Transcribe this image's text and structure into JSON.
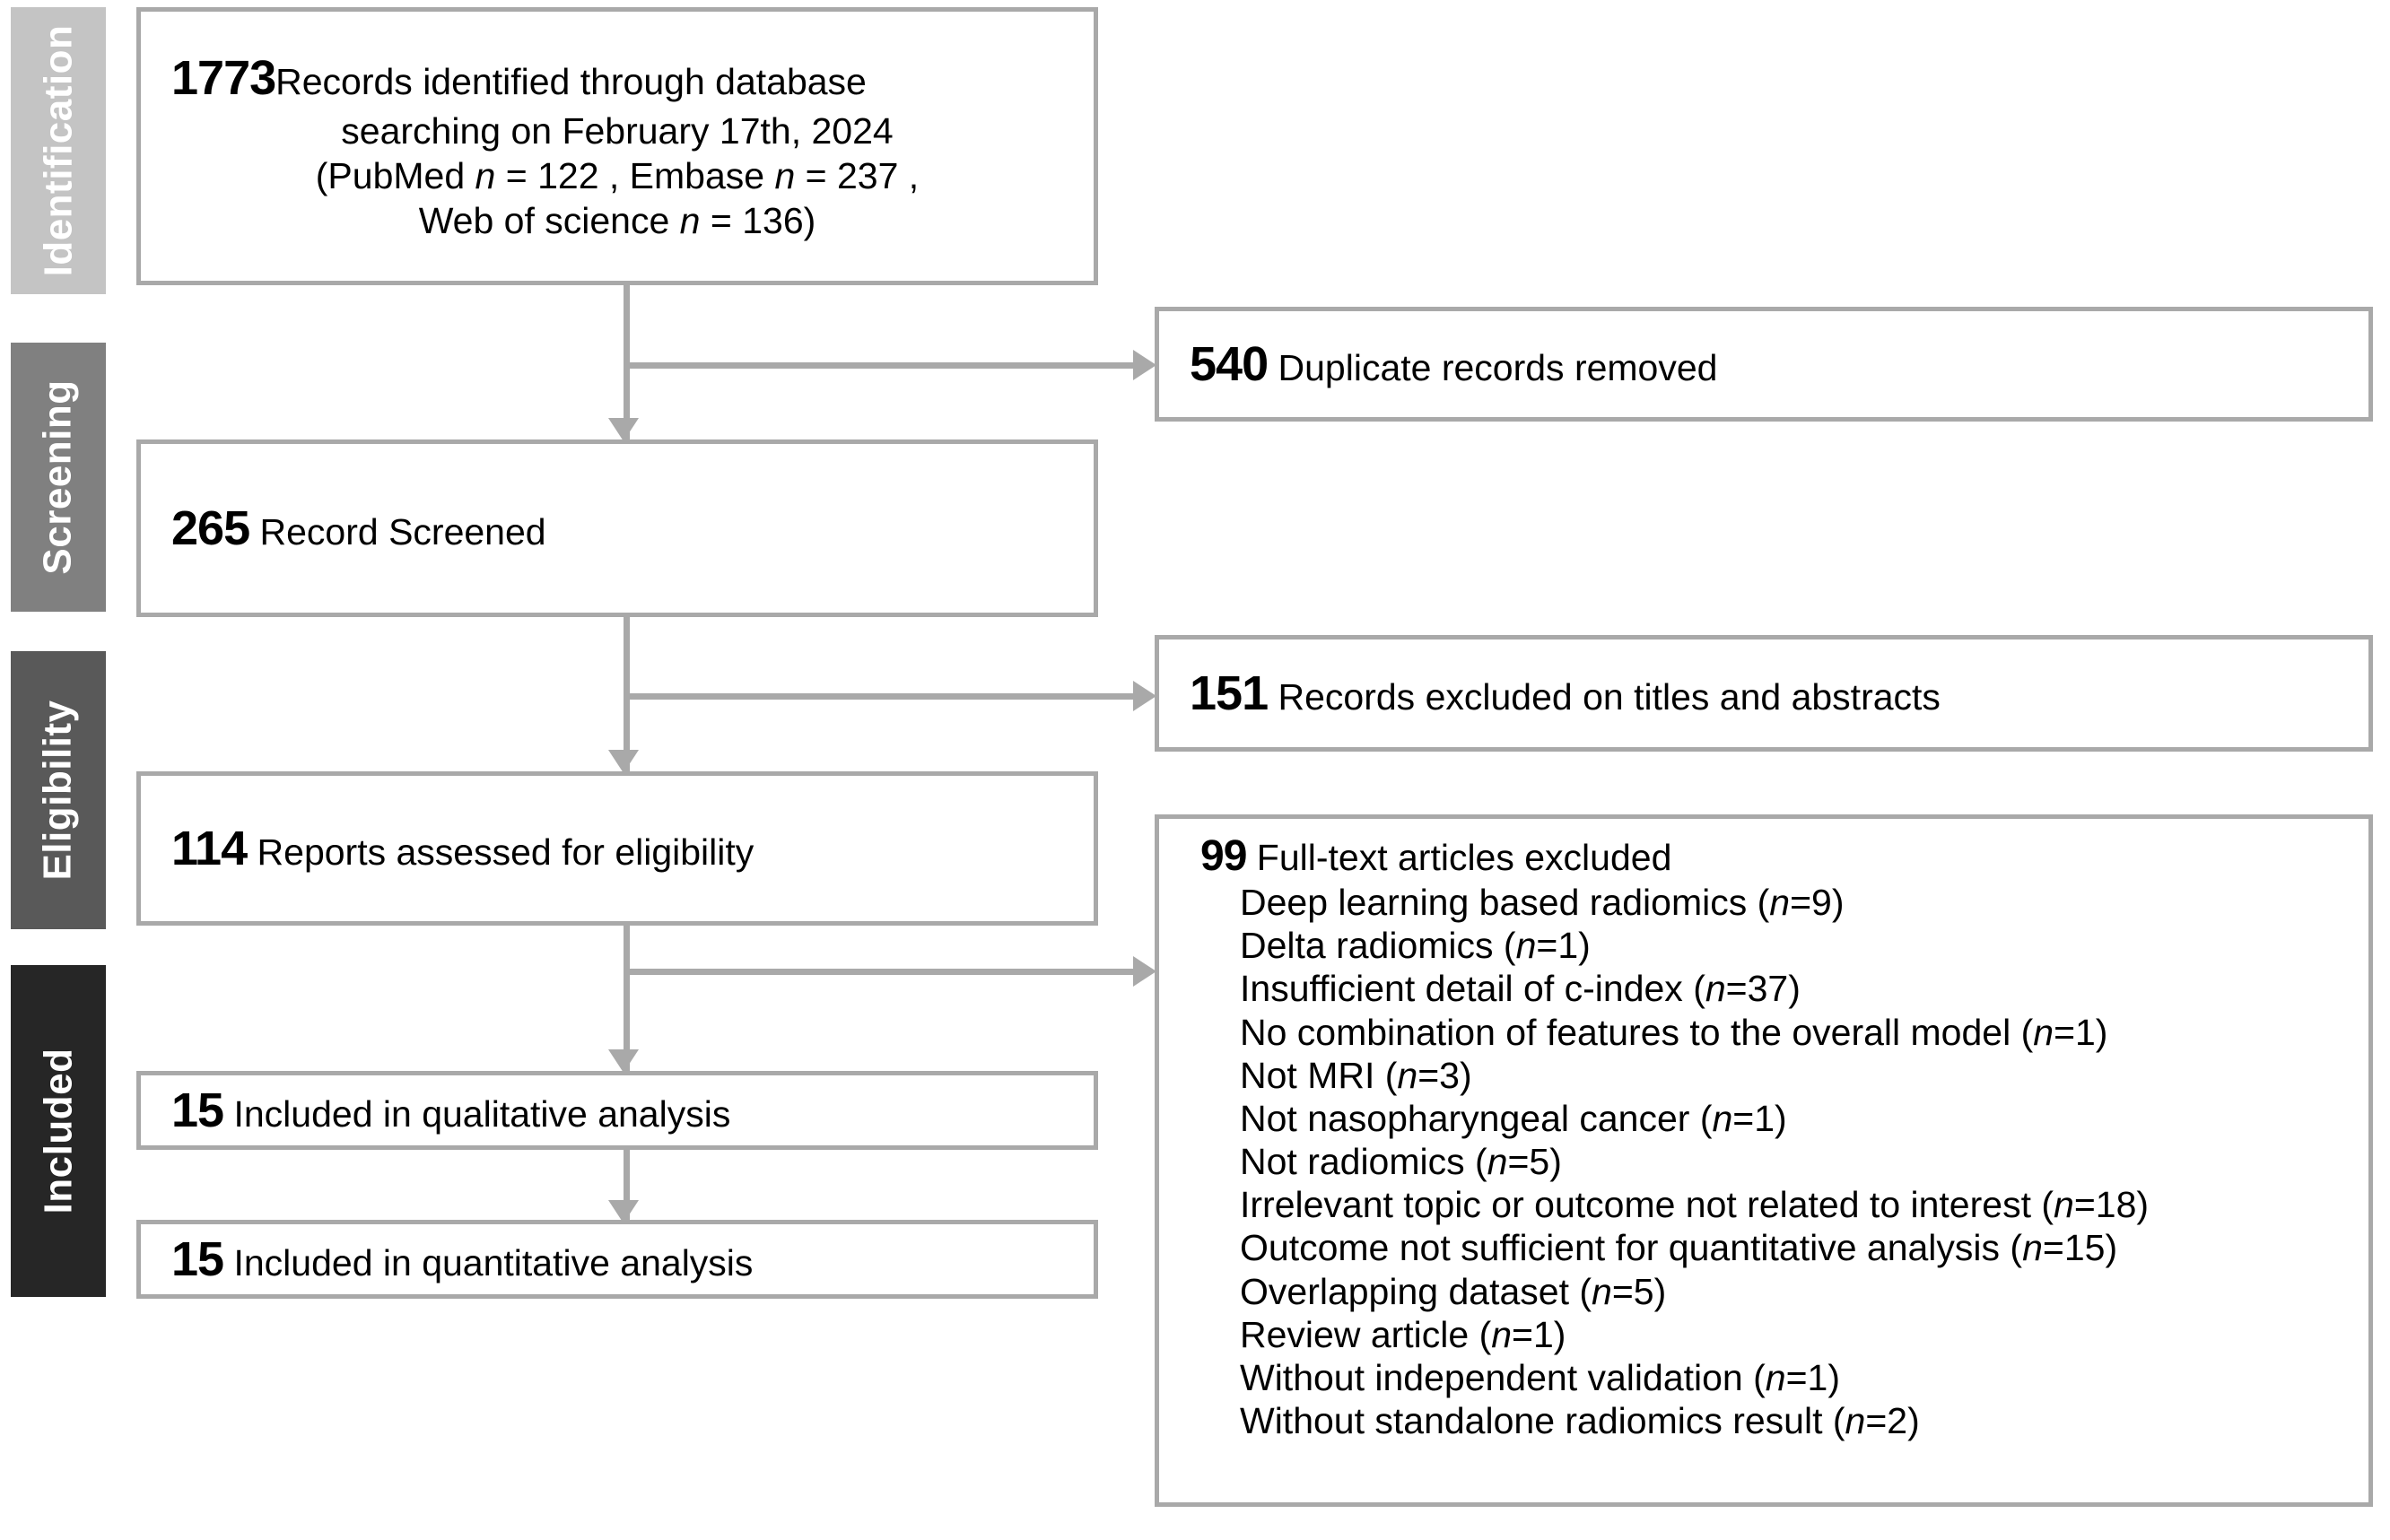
{
  "diagram": {
    "type": "prisma-flow-diagram",
    "stages": [
      {
        "id": "identification",
        "label": "Identification",
        "color": "#c4c4c4"
      },
      {
        "id": "screening",
        "label": "Screening",
        "color": "#808080"
      },
      {
        "id": "eligibility",
        "label": "Eligibility",
        "color": "#595959"
      },
      {
        "id": "included",
        "label": "Included",
        "color": "#262626"
      }
    ],
    "boxes": {
      "identified": {
        "count": "1773",
        "line1": "Records identified through database",
        "line2": "searching on February 17th, 2024",
        "line3_a": "(PubMed ",
        "line3_n": "n",
        "line3_b": " = 122 , Embase ",
        "line3_n2": "n",
        "line3_c": " = 237 ,",
        "line4_a": " Web of science ",
        "line4_n": "n",
        "line4_b": " = 136)"
      },
      "duplicates": {
        "count": "540",
        "label": "Duplicate records removed"
      },
      "screened": {
        "count": "265",
        "label": "Record  Screened"
      },
      "excluded_titles": {
        "count": "151",
        "label": "Records excluded on titles and abstracts"
      },
      "assessed": {
        "count": "114",
        "label": "Reports assessed for eligibility"
      },
      "fulltext_excluded": {
        "count": "99",
        "label": "Full-text articles excluded",
        "reasons": [
          {
            "text": "Deep learning based radiomics (",
            "n": "n",
            "eq": "=9)"
          },
          {
            "text": "Delta radiomics (",
            "n": "n",
            "eq": "=1)"
          },
          {
            "text": "Insufficient detail of c-index (",
            "n": "n",
            "eq": "=37)"
          },
          {
            "text": "No combination of features to the overall model (",
            "n": "n",
            "eq": "=1)"
          },
          {
            "text": "Not MRI (",
            "n": "n",
            "eq": "=3)"
          },
          {
            "text": "Not nasopharyngeal cancer (",
            "n": "n",
            "eq": "=1)"
          },
          {
            "text": "Not radiomics (",
            "n": "n",
            "eq": "=5)"
          },
          {
            "text": "Irrelevant topic or outcome not related to interest (",
            "n": "n",
            "eq": "=18)"
          },
          {
            "text": "Outcome not sufficient for quantitative analysis (",
            "n": "n",
            "eq": "=15)"
          },
          {
            "text": "Overlapping dataset (",
            "n": "n",
            "eq": "=5)"
          },
          {
            "text": "Review article (",
            "n": "n",
            "eq": "=1)"
          },
          {
            "text": "Without independent validation (",
            "n": "n",
            "eq": "=1)"
          },
          {
            "text": "Without standalone radiomics result (",
            "n": "n",
            "eq": "=2)"
          }
        ]
      },
      "qualitative": {
        "count": "15",
        "label": "Included in qualitative analysis"
      },
      "quantitative": {
        "count": "15",
        "label": "Included in quantitative analysis"
      }
    },
    "colors": {
      "border": "#a9a9a9",
      "connector": "#a9a9a9",
      "text": "#000000",
      "background": "#ffffff"
    }
  }
}
